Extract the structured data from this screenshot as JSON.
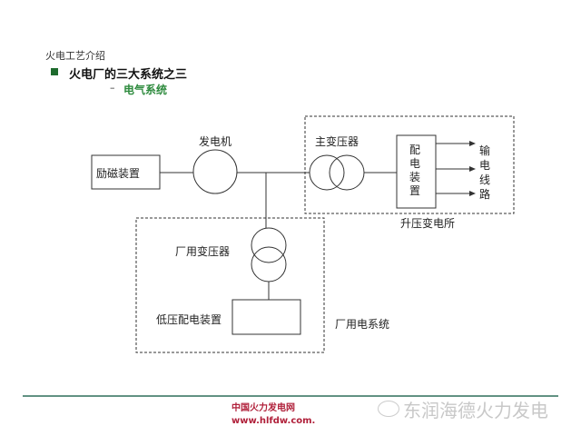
{
  "header": {
    "course_title": "火电工艺介绍",
    "bullet_title": "火电厂的三大系统之三",
    "dash": "–",
    "subtitle": "电气系统"
  },
  "diagram": {
    "exciter": "励磁装置",
    "generator": "发电机",
    "main_transformer": "主变压器",
    "switchgear_chars": [
      "配",
      "电",
      "装",
      "置"
    ],
    "transmission_chars": [
      "输",
      "电",
      "线",
      "路"
    ],
    "substation": "升压变电所",
    "station_transformer": "厂用变压器",
    "low_voltage_switchgear": "低压配电装置",
    "station_system": "厂用电系统"
  },
  "footer": {
    "site_name": "中国火力发电网",
    "site_url": "www.hlfdw.com.",
    "watermark": "东润海德火力发电"
  },
  "colors": {
    "green": "#1e7a33",
    "red": "#b0203a",
    "line": "#2f6f5a"
  }
}
